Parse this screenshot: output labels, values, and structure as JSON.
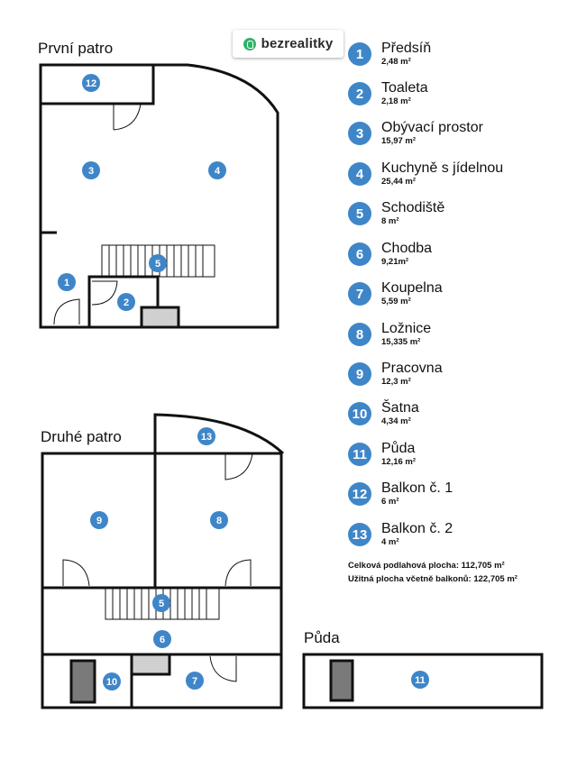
{
  "brand": {
    "name": "bezrealitky",
    "color": "#2fb36a"
  },
  "badge_color": "#3f86c8",
  "floors": {
    "first": "První patro",
    "second": "Druhé patro",
    "attic": "Půda"
  },
  "rooms": [
    {
      "number": "1",
      "name": "Předsíň",
      "area": "2,48 m²"
    },
    {
      "number": "2",
      "name": "Toaleta",
      "area": "2,18 m²"
    },
    {
      "number": "3",
      "name": "Obývací prostor",
      "area": "15,97 m²"
    },
    {
      "number": "4",
      "name": "Kuchyně s jídelnou",
      "area": "25,44 m²"
    },
    {
      "number": "5",
      "name": "Schodiště",
      "area": "8 m²"
    },
    {
      "number": "6",
      "name": "Chodba",
      "area": "9,21m²"
    },
    {
      "number": "7",
      "name": "Koupelna",
      "area": "5,59 m²"
    },
    {
      "number": "8",
      "name": "Ložnice",
      "area": "15,335 m²"
    },
    {
      "number": "9",
      "name": "Pracovna",
      "area": "12,3 m²"
    },
    {
      "number": "10",
      "name": "Šatna",
      "area": "4,34 m²"
    },
    {
      "number": "11",
      "name": "Půda",
      "area": "12,16 m²"
    },
    {
      "number": "12",
      "name": "Balkon č. 1",
      "area": "6 m²"
    },
    {
      "number": "13",
      "name": "Balkon č. 2",
      "area": "4 m²"
    }
  ],
  "totals": {
    "floor_area": "Celková podlahová plocha: 112,705 m²",
    "usable_area": "Užitná plocha včetně balkonů: 122,705 m²"
  }
}
